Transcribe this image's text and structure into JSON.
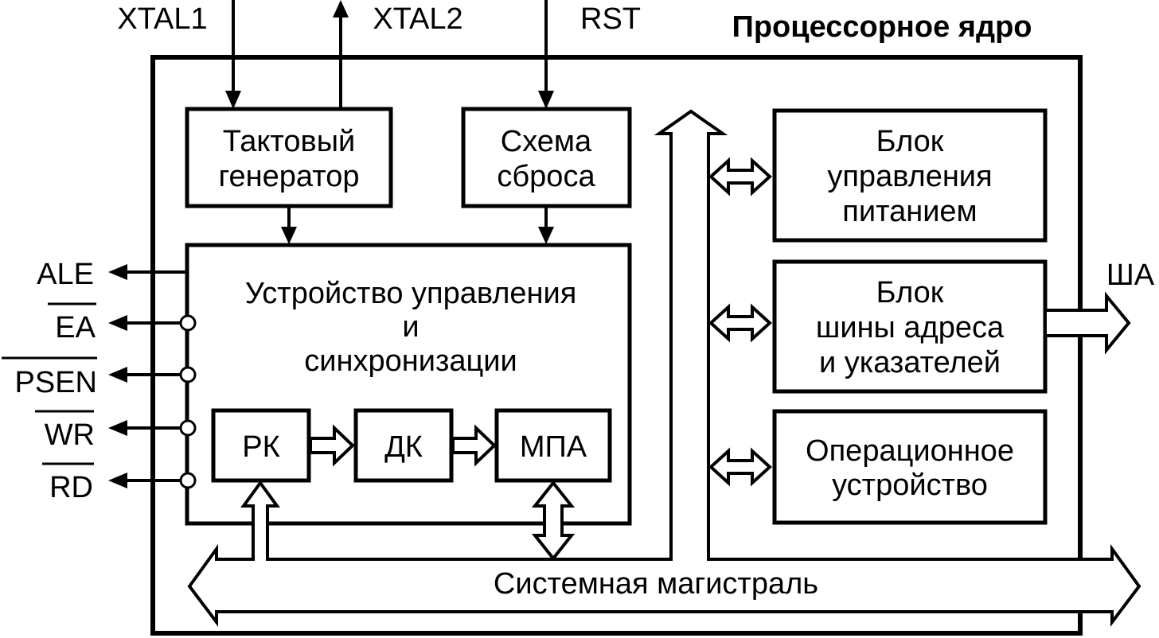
{
  "title": "Процессорное ядро",
  "external_pins": {
    "xtal1": "XTAL1",
    "xtal2": "XTAL2",
    "rst": "RST",
    "ale": "ALE",
    "ea": "EA",
    "psen": "PSEN",
    "wr": "WR",
    "rd": "RD",
    "sha": "ША"
  },
  "blocks": {
    "clock_generator": [
      "Тактовый",
      "генератор"
    ],
    "reset_circuit": [
      "Схема",
      "сброса"
    ],
    "control_unit": [
      "Устройство управления",
      "и",
      "синхронизации"
    ],
    "rk": "РК",
    "dk": "ДК",
    "mpa": "МПА",
    "power_control": [
      "Блок",
      "управления",
      "питанием"
    ],
    "address_bus_unit": [
      "Блок",
      "шины адреса",
      "и указателей"
    ],
    "alu": [
      "Операционное",
      "устройство"
    ]
  },
  "system_bus": "Системная магистраль"
}
